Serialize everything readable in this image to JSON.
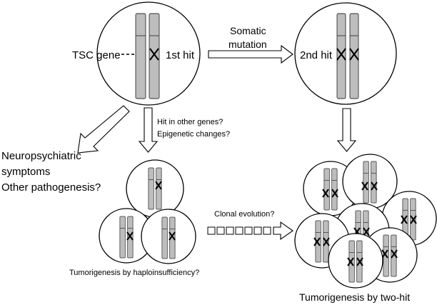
{
  "labels": {
    "tsc_gene": "TSC gene",
    "first_hit": "1st hit",
    "second_hit": "2nd hit",
    "somatic_mutation_line1": "Somatic",
    "somatic_mutation_line2": "mutation",
    "hit_other_genes": "Hit in other genes?",
    "epigenetic_changes": "Epigenetic changes?",
    "neuropsychiatric_line1": "Neuropsychiatric",
    "neuropsychiatric_line2": "symptoms",
    "other_pathogenesis": "Other pathogenesis?",
    "clonal_evolution": "Clonal evolution?",
    "haploinsufficiency": "Tumorigenesis by haploinsufficiency?",
    "two_hit": "Tumorigenesis by two-hit"
  }
}
